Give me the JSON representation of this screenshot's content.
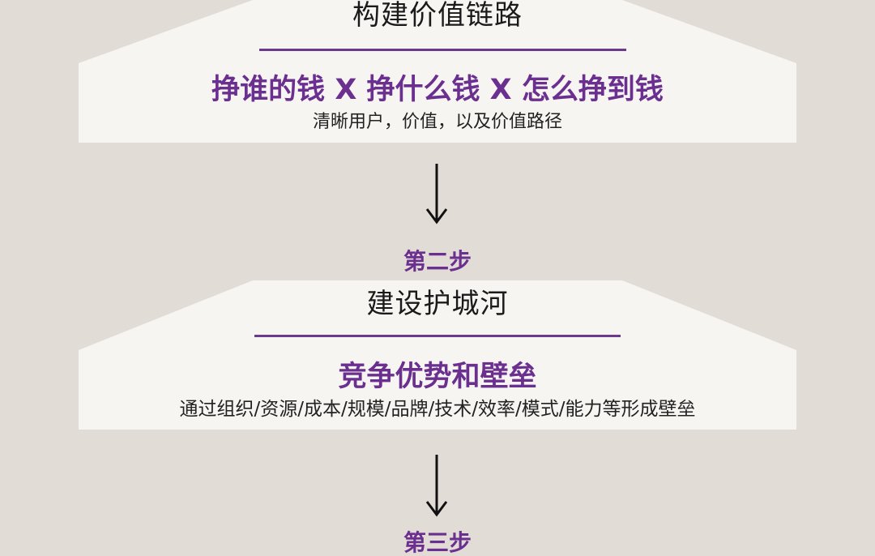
{
  "steps": [
    {
      "title": "构建价值链路",
      "headline": "挣谁的钱 X 挣什么钱 X 怎么挣到钱",
      "subline": "清晰用户，价值，以及价值路径"
    },
    {
      "label": "第二步",
      "title": "建设护城河",
      "headline": "竞争优势和壁垒",
      "subline": "通过组织/资源/成本/规模/品牌/技术/效率/模式/能力等形成壁垒"
    },
    {
      "label": "第三步"
    }
  ],
  "colors": {
    "background": "#e2dcd6",
    "panel": "#f7f5f2",
    "accent": "#6b2f8f",
    "arrow": "#111111"
  }
}
